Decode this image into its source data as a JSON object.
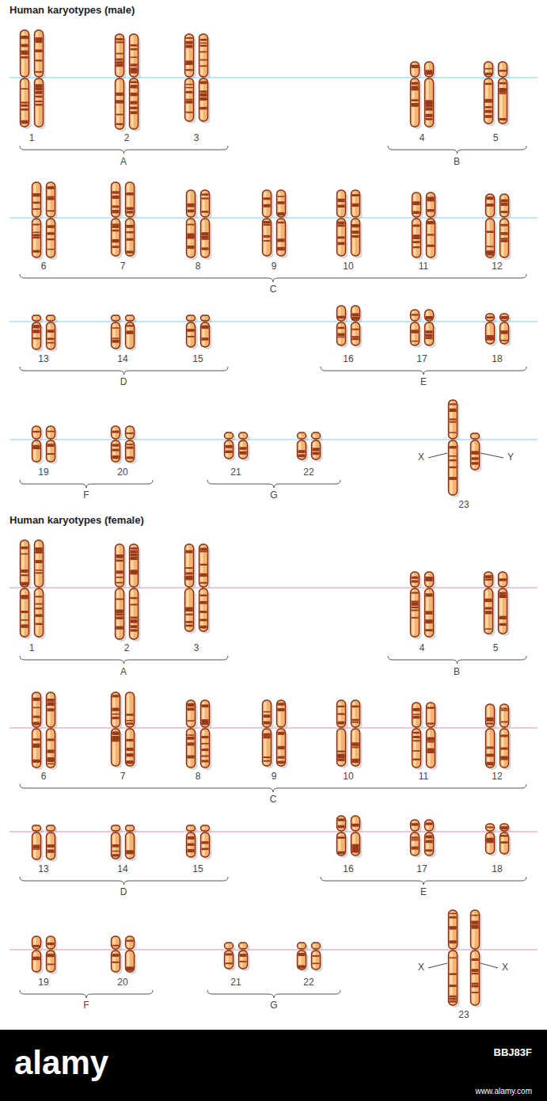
{
  "diagram": {
    "labels": [
      "Human karyotypes (male)",
      "1",
      "2",
      "3",
      "4",
      "5",
      "A",
      "B",
      "6",
      "7",
      "8",
      "9",
      "10",
      "11",
      "12",
      "C",
      "13",
      "14",
      "15",
      "16",
      "17",
      "18",
      "D",
      "E",
      "19",
      "20",
      "21",
      "22",
      "X",
      "Y",
      "23",
      "F",
      "G",
      "Human karyotypes (female)",
      "1",
      "2",
      "3",
      "4",
      "5",
      "A",
      "B",
      "6",
      "7",
      "8",
      "9",
      "10",
      "11",
      "12",
      "C",
      "13",
      "14",
      "15",
      "16",
      "17",
      "18",
      "D",
      "E",
      "19",
      "20",
      "21",
      "22",
      "X",
      "X",
      "23",
      "F",
      "G",
      "alamy",
      "BBJ83F",
      "www.alamy.com"
    ]
  }
}
